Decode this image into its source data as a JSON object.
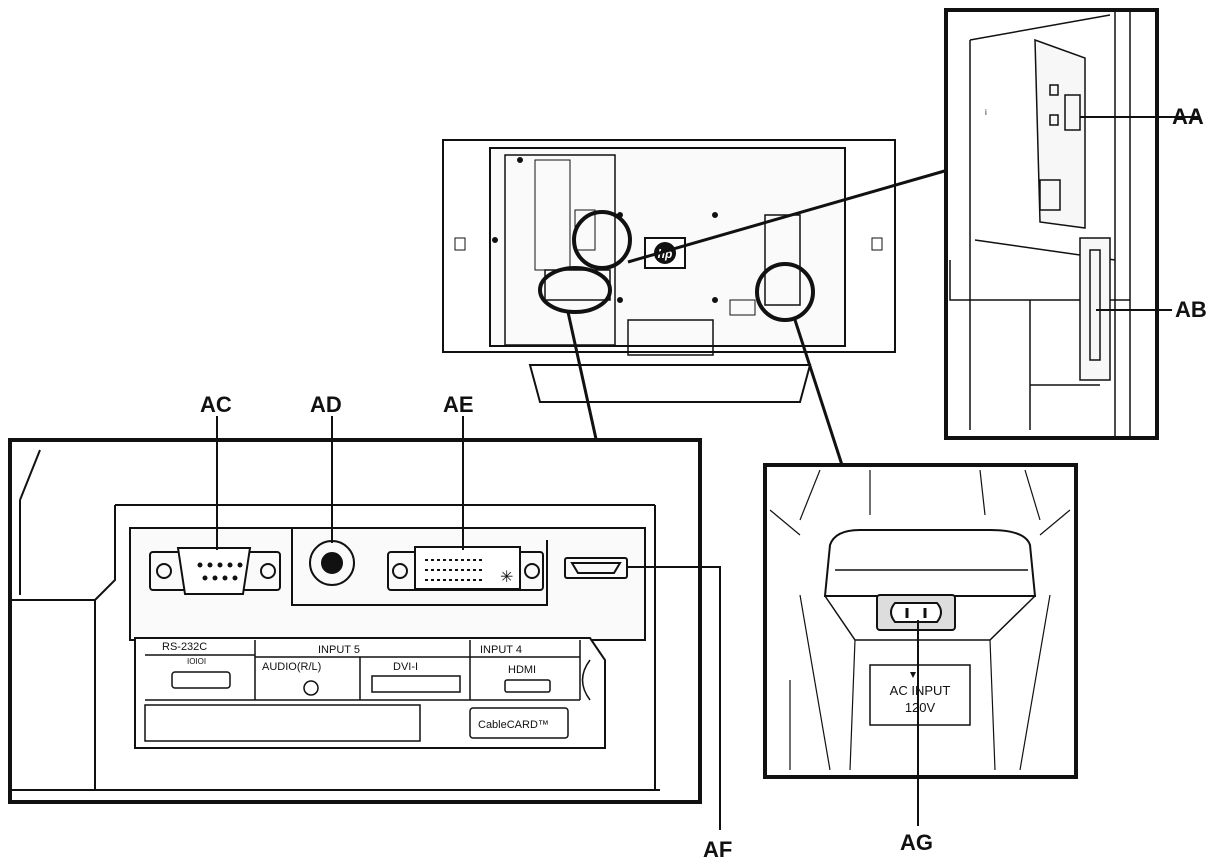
{
  "callouts": {
    "aa": "AA",
    "ab": "AB",
    "ac": "AC",
    "ad": "AD",
    "ae": "AE",
    "af": "AF",
    "ag": "AG"
  },
  "panel_labels": {
    "rs232c": "RS-232C",
    "rs232c_sub": "IOIOI",
    "input5": "INPUT 5",
    "input4": "INPUT 4",
    "audio": "AUDIO(R/L)",
    "dvi": "DVI-I",
    "hdmi": "HDMI",
    "cablecard": "CableCARD™"
  },
  "ac_labels": {
    "line1": "AC INPUT",
    "line2": "120V"
  },
  "logo": "hp",
  "colors": {
    "line": "#111111",
    "background": "#ffffff",
    "fill_light": "#f2f2f2"
  }
}
